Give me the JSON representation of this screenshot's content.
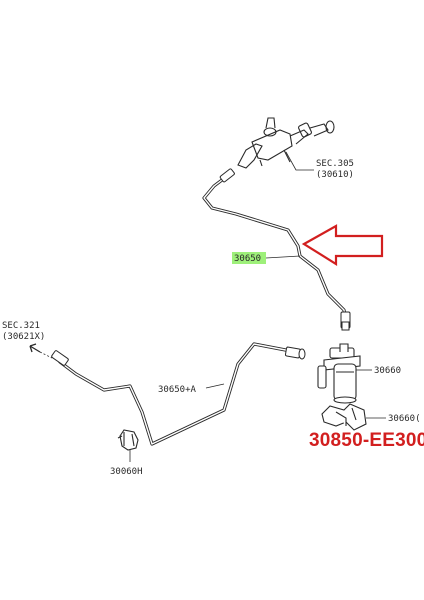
{
  "labels": {
    "sec_305": "SEC.305",
    "ref_30610": "(30610)",
    "hose_30650": "30650",
    "sec_321": "SEC.321",
    "ref_30621x": "(30621X)",
    "pipe_30650_a": "30650+A",
    "part_30660": "30660",
    "part_30660b": "30660(",
    "part_30060h": "30060H"
  },
  "part_number": "30850-EE300",
  "colors": {
    "line": "#2a2a2a",
    "arrow": "#d21f1f",
    "highlight": "#9ef07a",
    "part_number": "#d21f1f"
  }
}
